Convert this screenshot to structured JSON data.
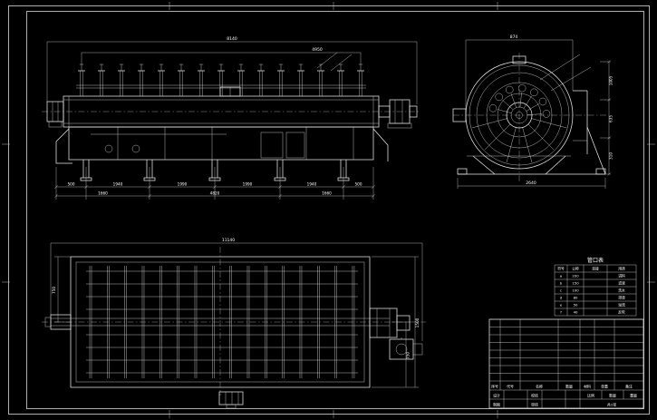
{
  "meta": {
    "background": "#000000",
    "line_color": "#ffffff",
    "drawing_type": "CAD mechanical drawing, disc vacuum filter, three views"
  },
  "side_view": {
    "dim_total": "8140",
    "dim_span": "4950",
    "dims_row1": [
      "500",
      "1940",
      "1990",
      "1990",
      "1940",
      "500"
    ],
    "dims_row2": [
      "1660",
      "4820",
      "1660"
    ]
  },
  "end_view": {
    "dim_top": "874",
    "dims_right": [
      "1005",
      "635",
      "310"
    ],
    "dim_bottom": "2640"
  },
  "plan_view": {
    "dim_total": "11140",
    "dim_right_full": "1500",
    "dim_right_half": "750",
    "dim_left": "750"
  },
  "nozzle_table": {
    "title": "管口表",
    "headers": [
      "符号",
      "公称",
      "连接",
      "用途"
    ],
    "rows": [
      [
        "a",
        "200",
        "",
        "进料"
      ],
      [
        "b",
        "150",
        "",
        "滤液"
      ],
      [
        "c",
        "100",
        "",
        "洗水"
      ],
      [
        "d",
        "80",
        "",
        "排渣"
      ],
      [
        "e",
        "50",
        "",
        "溢流"
      ],
      [
        "f",
        "40",
        "",
        "反吹"
      ]
    ]
  },
  "title_block": {
    "parts_headers": [
      "序号",
      "代号",
      "名称",
      "数量",
      "材料",
      "单重",
      "备注"
    ],
    "sign_labels": [
      [
        "设计",
        "校核"
      ],
      [
        "制图",
        "审核"
      ]
    ],
    "right_labels": [
      "比例",
      "数量",
      "重量"
    ],
    "sheet": "共1张"
  }
}
